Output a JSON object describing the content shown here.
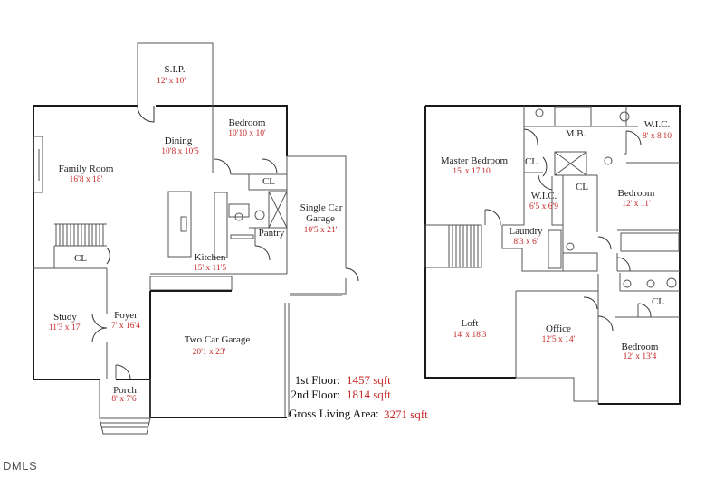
{
  "first_floor": {
    "rooms": [
      {
        "name": "S.I.P.",
        "dim": "12' x 10'"
      },
      {
        "name": "Bedroom",
        "dim": "10'10 x 10'"
      },
      {
        "name": "Dining",
        "dim": "10'8 x 10'5"
      },
      {
        "name": "Family Room",
        "dim": "16'8 x 18'"
      },
      {
        "name": "CL",
        "dim": ""
      },
      {
        "name": "Single Car",
        "name2": "Garage",
        "dim": "10'5 x 21'"
      },
      {
        "name": "Pantry",
        "dim": ""
      },
      {
        "name": "Kitchen",
        "dim": "15' x 11'5"
      },
      {
        "name": "CL",
        "dim": ""
      },
      {
        "name": "Study",
        "dim": "11'3 x 17'"
      },
      {
        "name": "Foyer",
        "dim": "7' x 16'4"
      },
      {
        "name": "Two Car Garage",
        "dim": "20'1 x 23'"
      },
      {
        "name": "Porch",
        "dim": "8' x 7'6"
      }
    ]
  },
  "second_floor": {
    "rooms": [
      {
        "name": "M.B.",
        "dim": ""
      },
      {
        "name": "W.I.C.",
        "dim": "8' x 8'10"
      },
      {
        "name": "Master Bedroom",
        "dim": "15' x 17'10"
      },
      {
        "name": "CL",
        "dim": ""
      },
      {
        "name": "CL",
        "dim": ""
      },
      {
        "name": "Bedroom",
        "dim": "12' x 11'"
      },
      {
        "name": "W.I.C.",
        "dim": "6'5 x 6'9"
      },
      {
        "name": "Laundry",
        "dim": "8'3 x 6'"
      },
      {
        "name": "CL",
        "dim": ""
      },
      {
        "name": "Loft",
        "dim": "14' x 18'3"
      },
      {
        "name": "Office",
        "dim": "12'5 x 14'"
      },
      {
        "name": "Bedroom",
        "dim": "12' x 13'4"
      }
    ]
  },
  "summary": {
    "first_label": "1st Floor:",
    "first_value": "1457 sqft",
    "second_label": "2nd Floor:",
    "second_value": "1814 sqft",
    "gross_label": "Gross Living Area:",
    "gross_value": "3271 sqft"
  },
  "watermark": "DMLS",
  "colors": {
    "dimension_text": "#c62828",
    "walls": "#1a1a1a"
  }
}
